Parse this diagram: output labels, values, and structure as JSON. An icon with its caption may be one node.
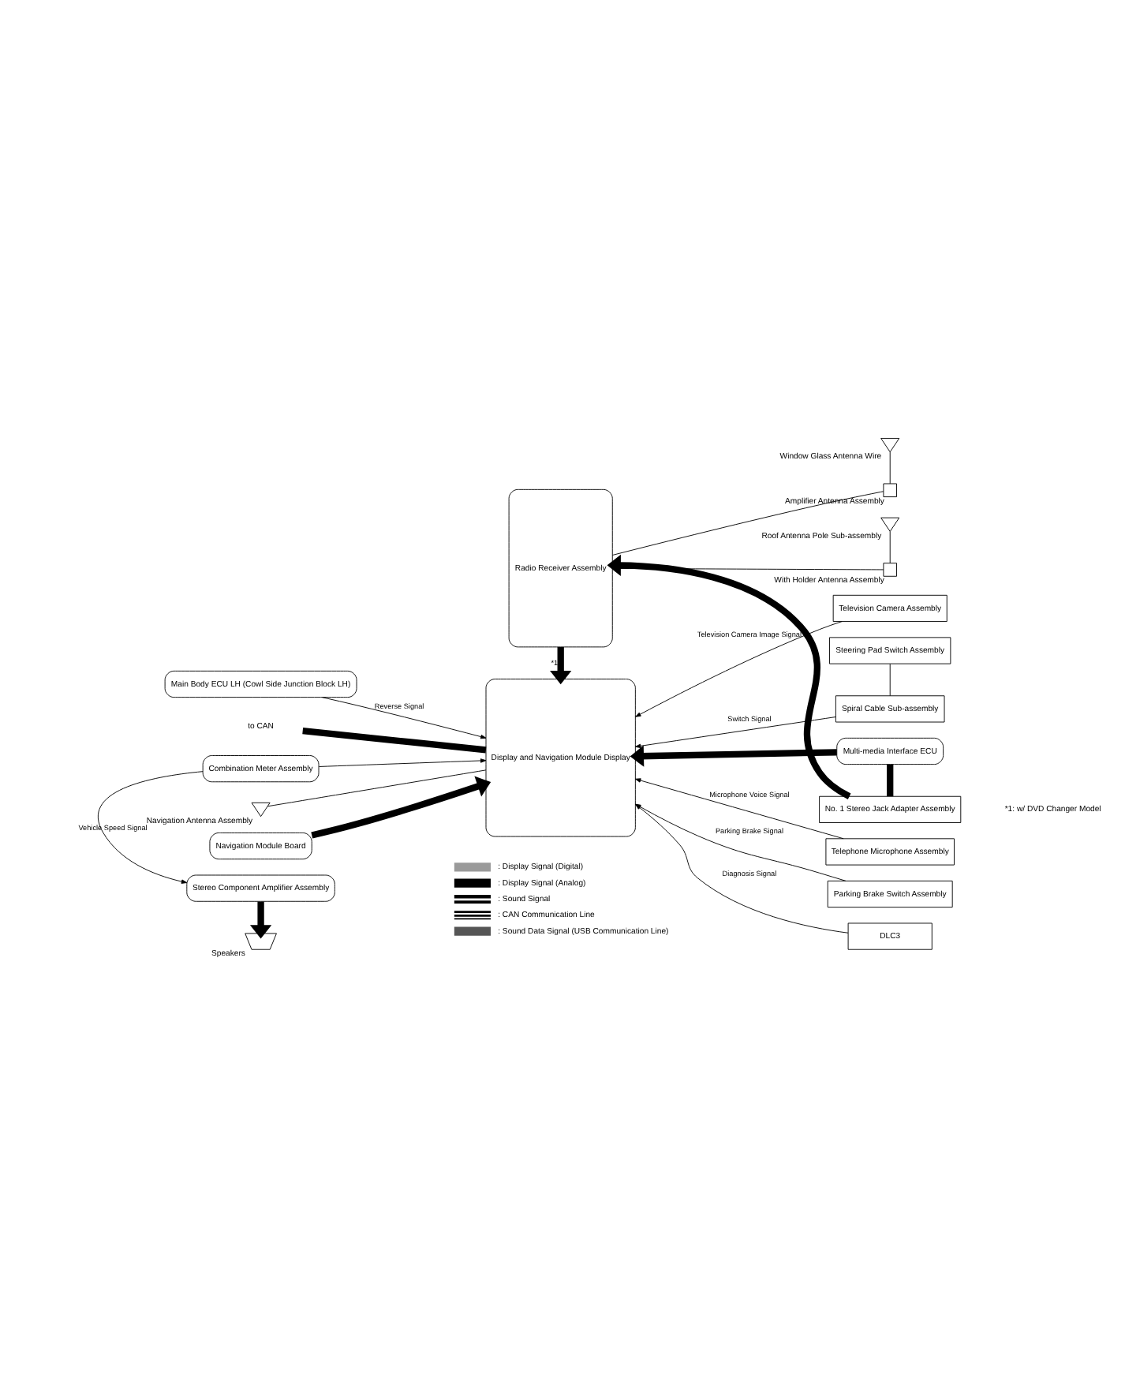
{
  "diagram": {
    "nodes": [
      {
        "text": [
          "Display and Navigation Module Display"
        ]
      },
      {
        "text": [],
        "shape": "antenna",
        "beside": [
          "Navigation Antenna Assembly"
        ]
      },
      {
        "text": [
          "Navigation Module Board"
        ]
      },
      {
        "text": [
          "Main Body ECU LH (Cowl Side Junction Block LH)"
        ]
      },
      {
        "text": [
          "to CAN"
        ]
      },
      {
        "text": [
          "Combination Meter Assembly"
        ]
      },
      {
        "text": [],
        "shape": "speaker",
        "beside": [
          "Speakers"
        ]
      },
      {
        "text": [
          "Stereo Component Amplifier Assembly"
        ]
      },
      {
        "text": [
          "Radio Receiver Assembly"
        ]
      },
      {
        "text": [
          "Telephone Microphone Assembly"
        ]
      },
      {
        "text": [
          "Parking Brake Switch Assembly"
        ]
      },
      {
        "text": [
          "DLC3"
        ]
      },
      {
        "text": [
          "Television Camera Assembly"
        ]
      },
      {
        "text": [
          "Steering Pad Switch Assembly"
        ]
      },
      {
        "text": [
          "Spiral Cable Sub-assembly"
        ]
      },
      {
        "text": [
          "Multi-media Interface ECU"
        ]
      },
      {
        "text": [],
        "shape": "antenna",
        "beside": [
          "Window Glass Antenna Wire"
        ]
      },
      {
        "text": [],
        "shape": "box",
        "beside": [
          "Amplifier Antenna Assembly"
        ]
      },
      {
        "text": [],
        "shape": "antenna",
        "beside": [
          "Roof Antenna Pole Sub-assembly"
        ]
      },
      {
        "text": [],
        "shape": "box",
        "beside": [
          "With Holder Antenna Assembly"
        ]
      },
      {
        "text": [
          "No. 1 Stereo Jack Adapter Assembly"
        ]
      }
    ],
    "edges": [
      {
        "from": 1,
        "to": 0,
        "arrow": "none"
      },
      {
        "from": 2,
        "to": 0,
        "arrow": "to",
        "style": "thick"
      },
      {
        "from": 3,
        "to": 0,
        "arrow": "to",
        "label": "Reverse Signal"
      },
      {
        "from": 4,
        "to": 0,
        "arrow": "none",
        "style": "thick"
      },
      {
        "from": 5,
        "to": 0,
        "arrow": "to"
      },
      {
        "from": 5,
        "to": 7,
        "arrow": "to",
        "label": "Vehicle Speed Signal"
      },
      {
        "from": 7,
        "to": 6,
        "arrow": "to",
        "style": "thick"
      },
      {
        "from": 8,
        "to": 0,
        "arrow": "to",
        "style": "thick",
        "label": "*1"
      },
      {
        "from": 9,
        "to": 0,
        "arrow": "to",
        "label": "Microphone Voice Signal"
      },
      {
        "from": 10,
        "to": 0,
        "arrow": "to",
        "label": "Parking Brake Signal"
      },
      {
        "from": 11,
        "to": 0,
        "arrow": "to",
        "label": "Diagnosis Signal"
      },
      {
        "from": 12,
        "to": 0,
        "arrow": "to",
        "label": "Television Camera Image Signal"
      },
      {
        "from": 13,
        "to": 14,
        "arrow": "none"
      },
      {
        "from": 14,
        "to": 0,
        "arrow": "to",
        "label": "Switch Signal"
      },
      {
        "from": 15,
        "to": 0,
        "arrow": "to",
        "style": "thick"
      },
      {
        "from": 16,
        "to": 17,
        "arrow": "none"
      },
      {
        "from": 17,
        "to": 8,
        "arrow": "none"
      },
      {
        "from": 18,
        "to": 19,
        "arrow": "none"
      },
      {
        "from": 19,
        "to": 8,
        "arrow": "none"
      },
      {
        "from": 15,
        "to": 20,
        "arrow": "none",
        "style": "thick"
      },
      {
        "from": 20,
        "to": 8,
        "arrow": "to",
        "style": "thick"
      }
    ],
    "labels": [
      "*1: w/ DVD Changer Model"
    ],
    "legend": [
      {
        "text": ": Display Signal (Digital)"
      },
      {
        "text": ": Display Signal (Analog)"
      },
      {
        "text": ": Sound Signal"
      },
      {
        "text": ": CAN Communication Line"
      },
      {
        "text": ": Sound Data Signal (USB Communication Line)"
      }
    ]
  }
}
